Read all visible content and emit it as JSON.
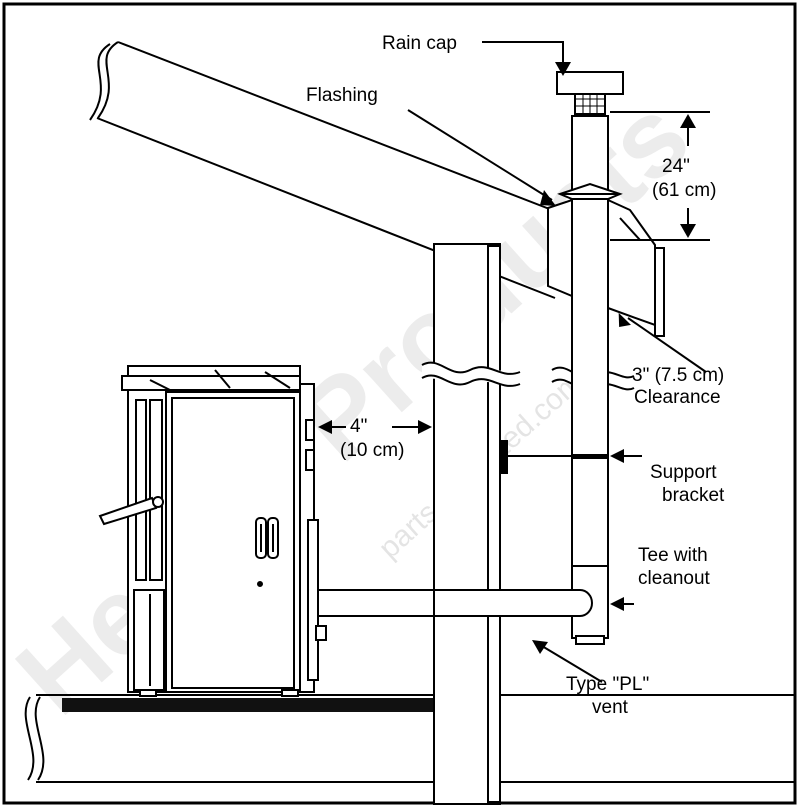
{
  "labels": {
    "rain_cap": "Rain cap",
    "flashing": "Flashing",
    "height_in": "24\"",
    "height_cm": "(61 cm)",
    "clearance_dim": "3\" (7.5 cm)",
    "clearance_word": "Clearance",
    "wall_gap_in": "4\"",
    "wall_gap_cm": "(10 cm)",
    "support_1": "Support",
    "support_2": "bracket",
    "tee_1": "Tee with",
    "tee_2": "cleanout",
    "vent_1": "Type \"PL\"",
    "vent_2": "vent"
  },
  "watermark": {
    "main": "Hearth Products",
    "url": "parts-unlimited.com"
  }
}
